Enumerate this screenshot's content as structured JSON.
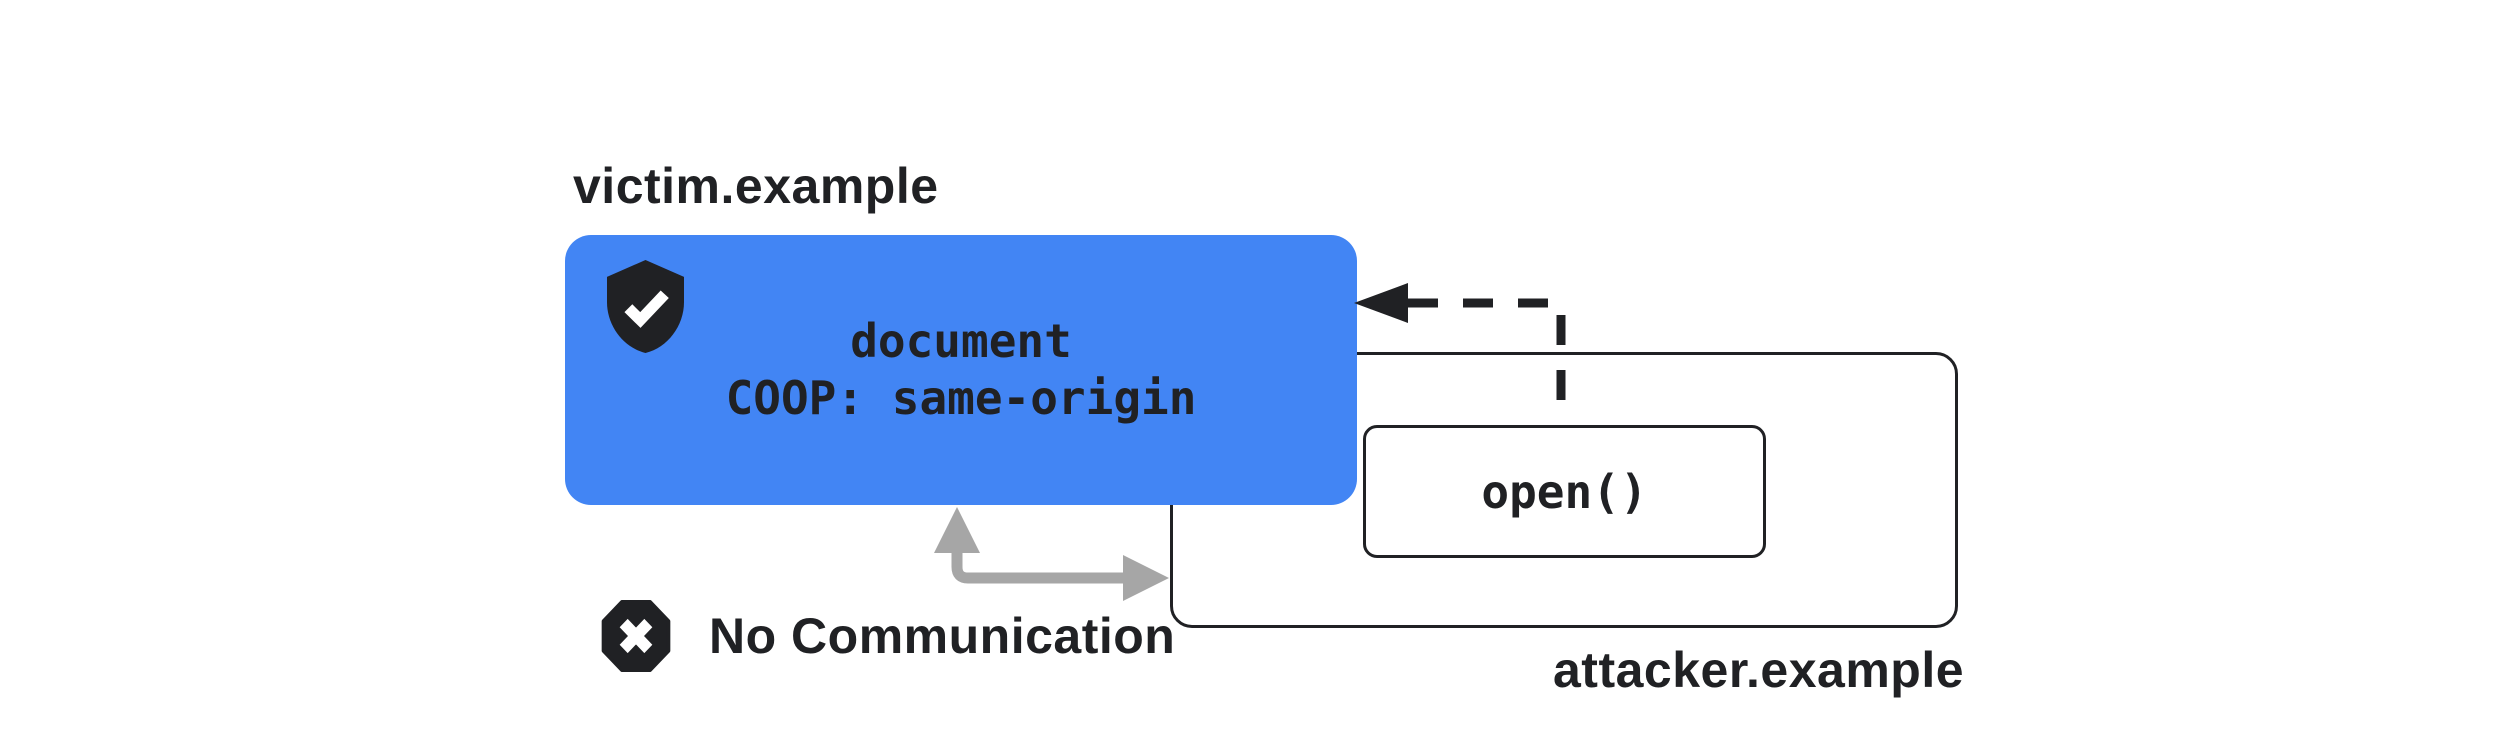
{
  "colors": {
    "background": "#ffffff",
    "victim_box": "#4285F4",
    "ink": "#202124",
    "arrow_gray": "#a6a6a6",
    "window_box_bg": "#ffffff"
  },
  "victim": {
    "domain_label": "victim.example",
    "box_line1": "document",
    "box_line2": "COOP: same-origin",
    "icon": "shield-check-icon"
  },
  "attacker": {
    "domain_label": "attacker.example",
    "open_call_label": "open()"
  },
  "blocked": {
    "label": "No Communication",
    "icon": "blocked-octagon-icon"
  },
  "arrows": {
    "dashed_open_reference": "window-open-reference-arrow",
    "gray_blocked": "no-communication-arrow"
  }
}
